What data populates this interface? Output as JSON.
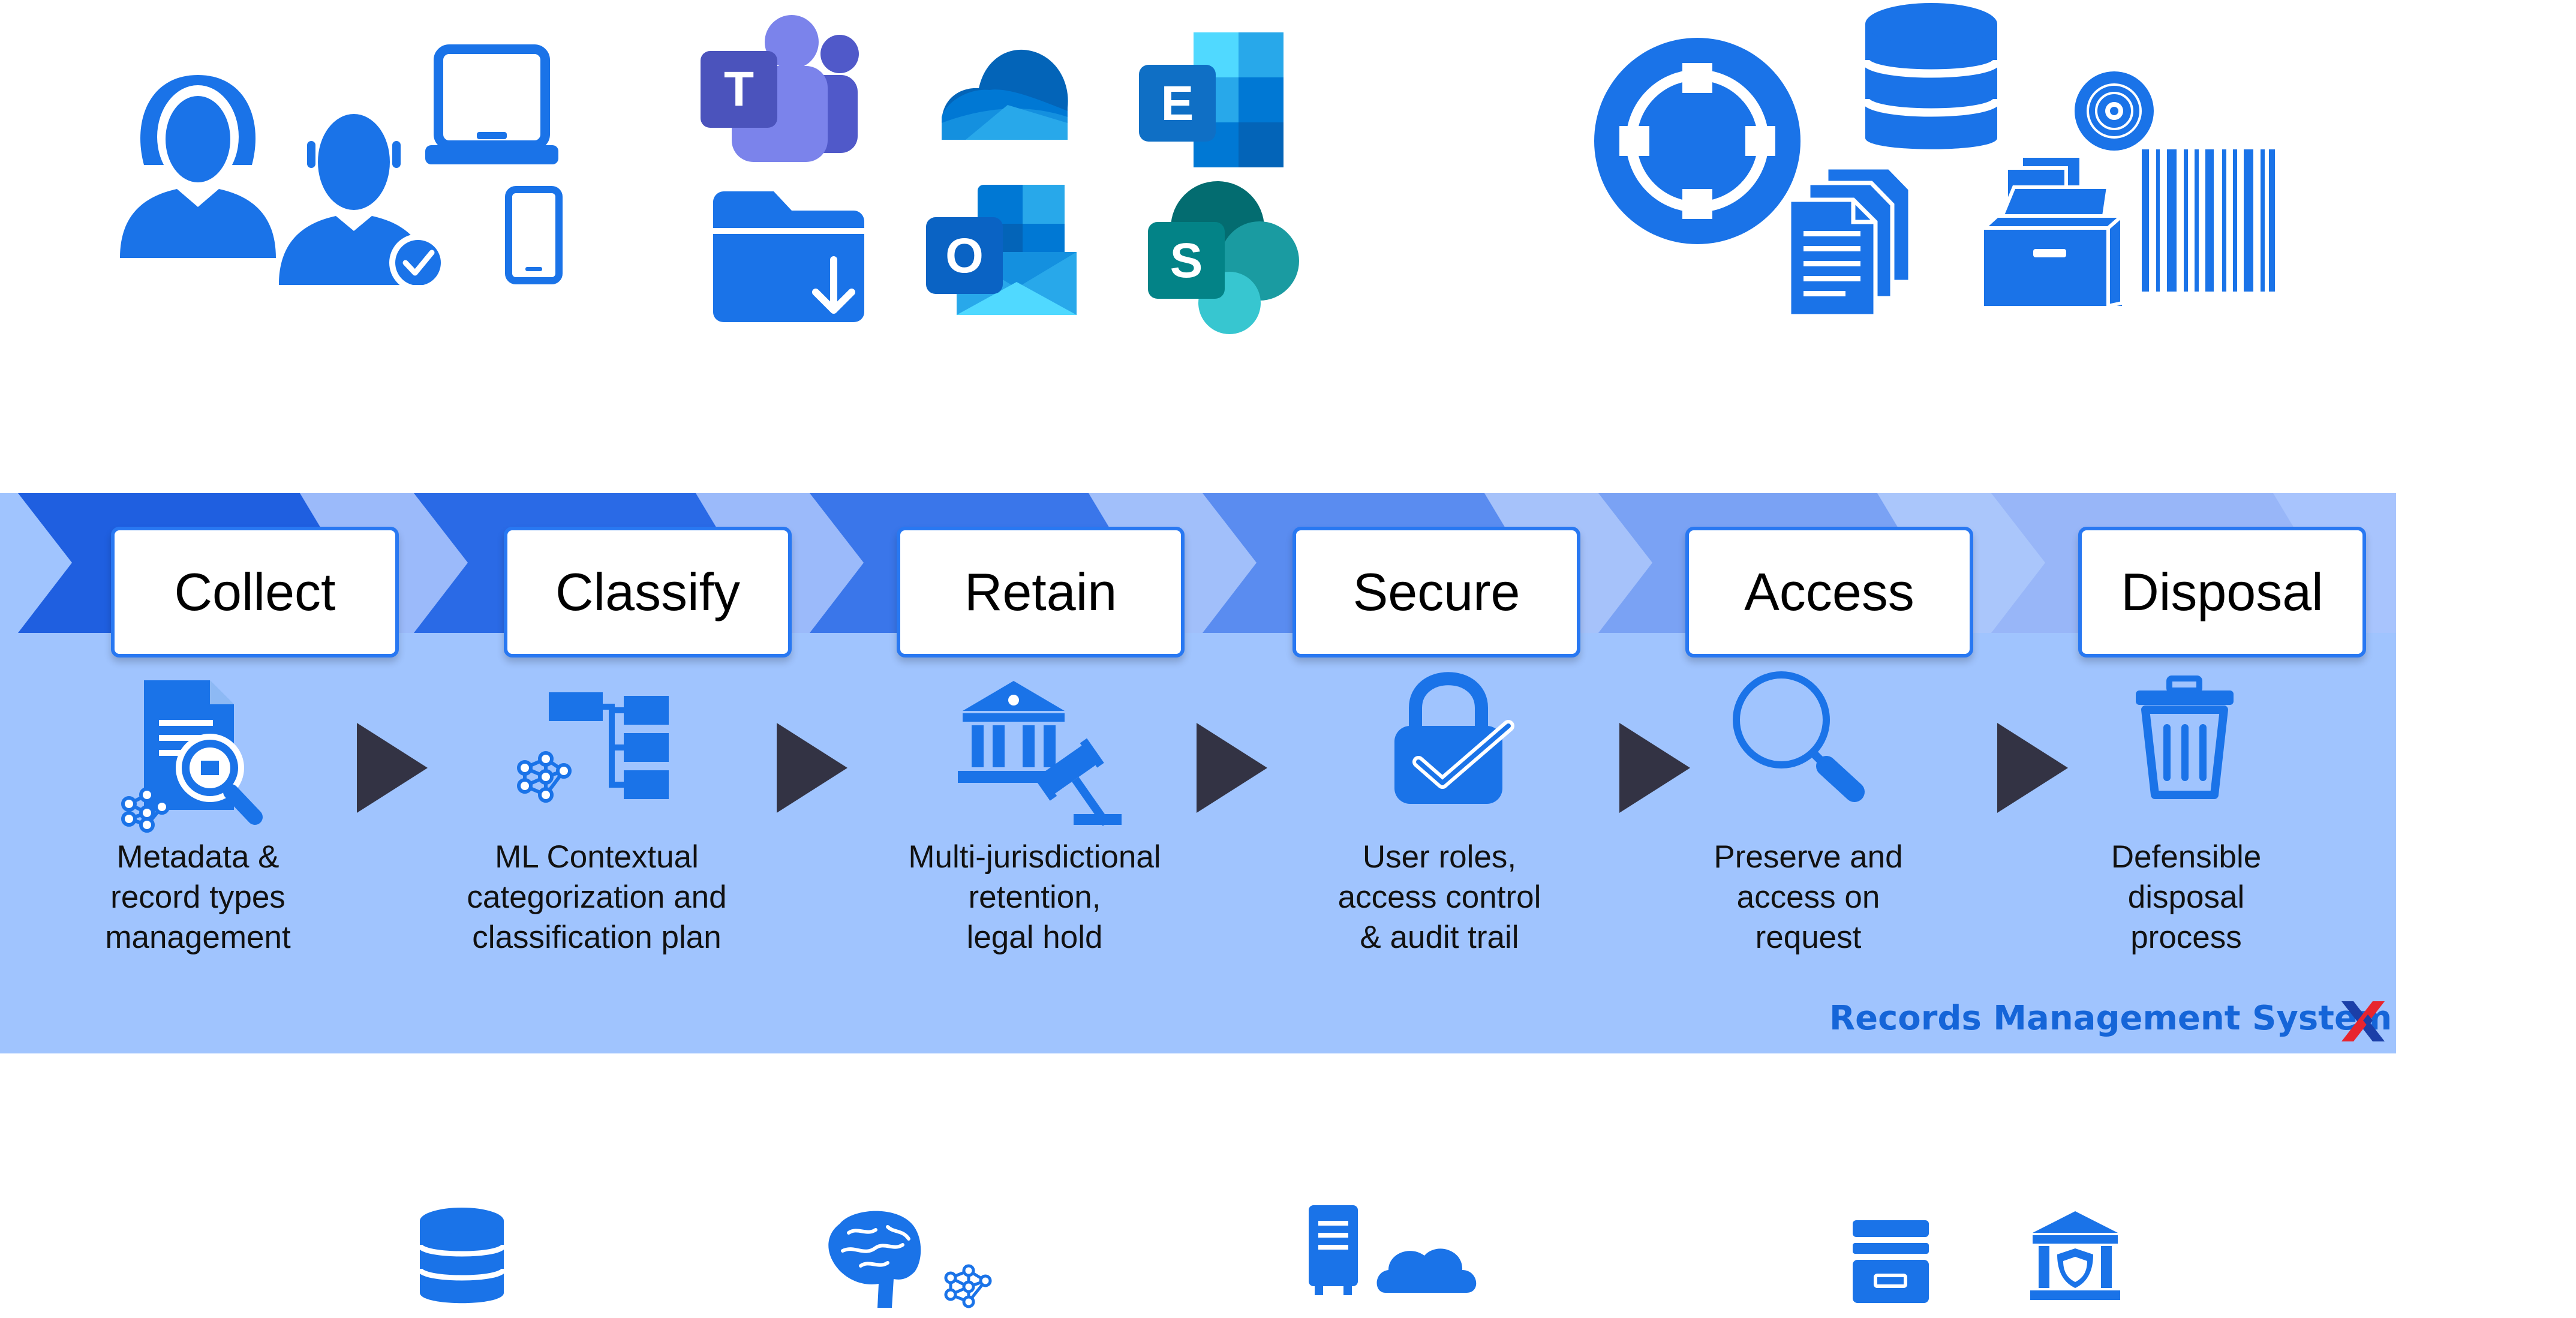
{
  "stages": [
    {
      "title": "Collect",
      "lines": [
        "Metadata &",
        "record types",
        "management"
      ]
    },
    {
      "title": "Classify",
      "lines": [
        "ML Contextual",
        "categorization and",
        "classification plan"
      ]
    },
    {
      "title": "Retain",
      "lines": [
        "Multi-jurisdictional",
        "retention,",
        "legal hold"
      ]
    },
    {
      "title": "Secure",
      "lines": [
        "User roles,",
        "access control",
        "& audit trail"
      ]
    },
    {
      "title": "Access",
      "lines": [
        "Preserve and",
        "access on",
        "request"
      ]
    },
    {
      "title": "Disposal",
      "lines": [
        "Defensible",
        "disposal",
        "process"
      ]
    }
  ],
  "footer": {
    "label": "Records Management System"
  },
  "app_icons": {
    "teams": "T",
    "exchange": "E",
    "outlook": "O",
    "sharepoint": "S"
  },
  "colors": {
    "brand_blue": "#1a73e8",
    "band_fill": "#a0c4fe",
    "chevron_dark": "#1f5fe0",
    "chevron_light": "#8fb3fb",
    "label_blue": "#1565d8",
    "play_arrow": "#333344",
    "logo_red": "#e8252e",
    "logo_blue": "#1b3fa8"
  },
  "icons": {
    "top_left": [
      "woman-user-icon",
      "verified-user-icon",
      "laptop-icon",
      "smartphone-icon"
    ],
    "top_apps": [
      "teams-icon",
      "onedrive-icon",
      "exchange-icon",
      "folder-download-icon",
      "outlook-icon",
      "sharepoint-icon"
    ],
    "top_right": [
      "integration-hub-icon",
      "database-icon",
      "documents-icon",
      "disc-icon",
      "file-archive-icon",
      "barcode-icon"
    ],
    "stage_icons": [
      "document-search-icon",
      "hierarchy-network-icon",
      "courthouse-gavel-icon",
      "padlock-check-icon",
      "magnifier-icon",
      "trash-icon"
    ],
    "bottom": [
      "database-icon",
      "brain-network-icon",
      "server-cloud-icon",
      "archive-drawer-icon",
      "secure-bank-icon"
    ]
  }
}
